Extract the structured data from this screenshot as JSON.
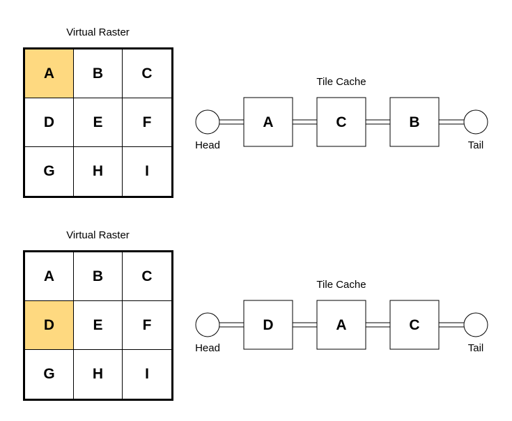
{
  "colors": {
    "highlight": "#FED980",
    "cell": "#FFFFFF",
    "line": "#000000"
  },
  "panels": [
    {
      "raster_title": "Virtual Raster",
      "cells": [
        "A",
        "B",
        "C",
        "D",
        "E",
        "F",
        "G",
        "H",
        "I"
      ],
      "highlighted": "A",
      "cache_title": "Tile Cache",
      "head": "Head",
      "tail": "Tail",
      "nodes": [
        "A",
        "C",
        "B"
      ]
    },
    {
      "raster_title": "Virtual Raster",
      "cells": [
        "A",
        "B",
        "C",
        "D",
        "E",
        "F",
        "G",
        "H",
        "I"
      ],
      "highlighted": "D",
      "cache_title": "Tile Cache",
      "head": "Head",
      "tail": "Tail",
      "nodes": [
        "D",
        "A",
        "C"
      ]
    }
  ]
}
